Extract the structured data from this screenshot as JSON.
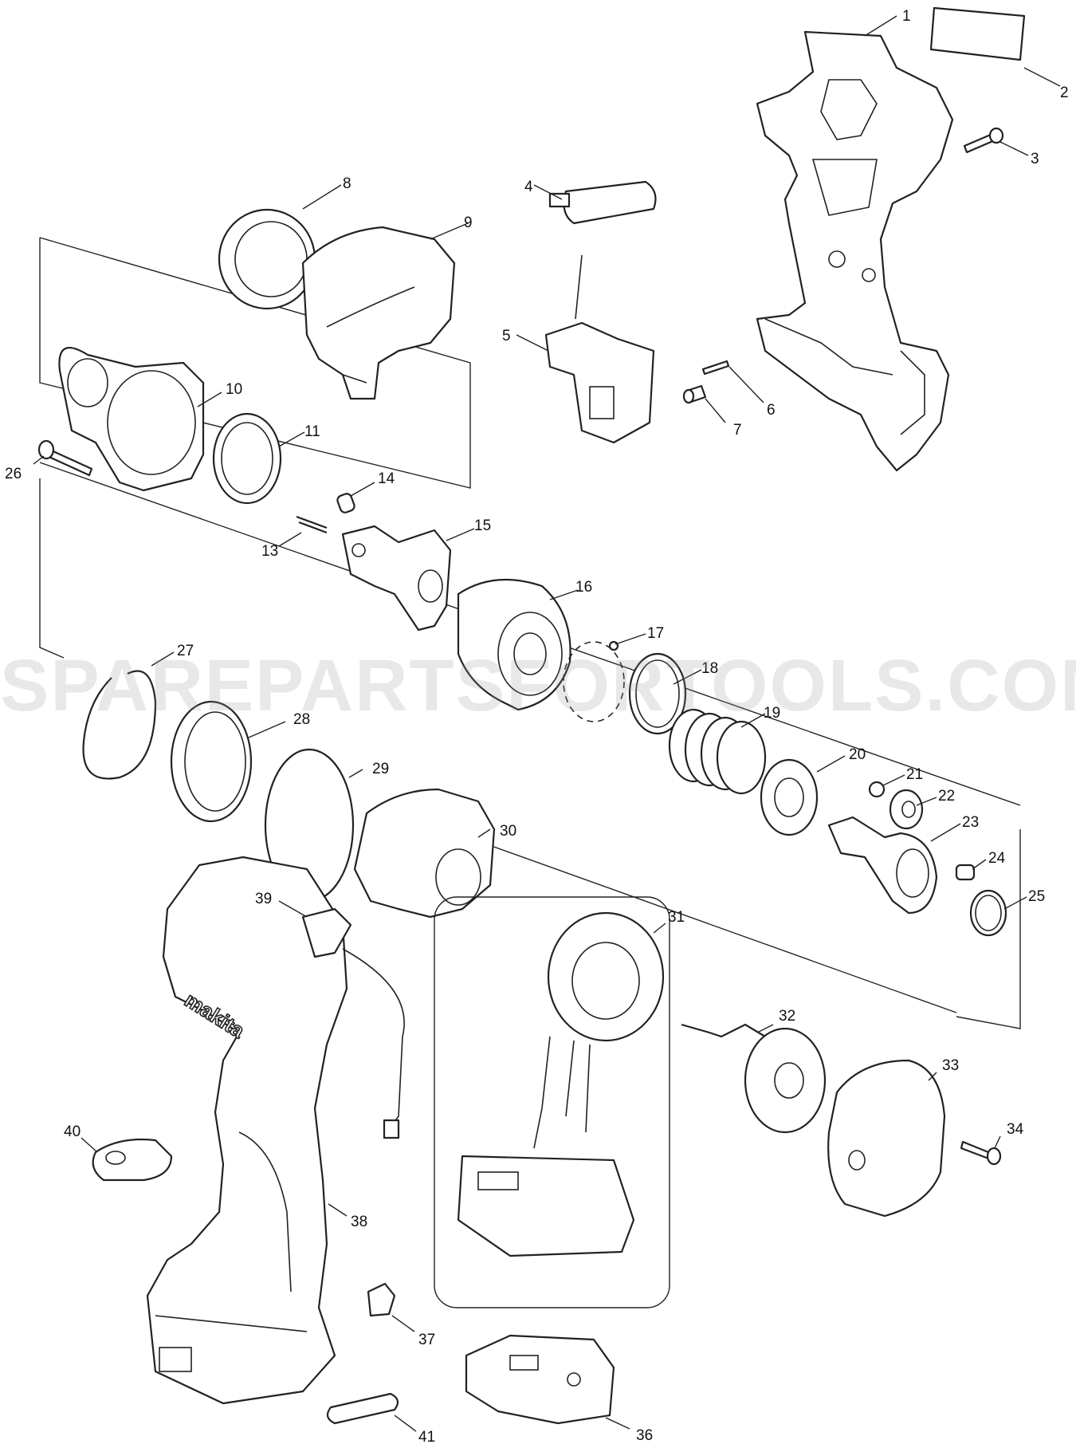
{
  "watermark": "SPAREPARTSFORTOOLS.COM.AU",
  "brand_logo": "makita",
  "callouts": {
    "c1": "1",
    "c2": "2",
    "c3": "3",
    "c4": "4",
    "c5": "5",
    "c6": "6",
    "c7": "7",
    "c8": "8",
    "c9": "9",
    "c10": "10",
    "c11": "11",
    "c13": "13",
    "c14": "14",
    "c15": "15",
    "c16": "16",
    "c17": "17",
    "c18": "18",
    "c19": "19",
    "c20": "20",
    "c21": "21",
    "c22": "22",
    "c23": "23",
    "c24": "24",
    "c25": "25",
    "c26": "26",
    "c27": "27",
    "c28": "28",
    "c29": "29",
    "c30": "30",
    "c31": "31",
    "c32": "32",
    "c33": "33",
    "c34": "34",
    "c36": "36",
    "c37": "37",
    "c38": "38",
    "c39": "39",
    "c40": "40",
    "c41": "41"
  },
  "colors": {
    "line": "#222222",
    "background": "#ffffff",
    "watermark": "#969696"
  }
}
